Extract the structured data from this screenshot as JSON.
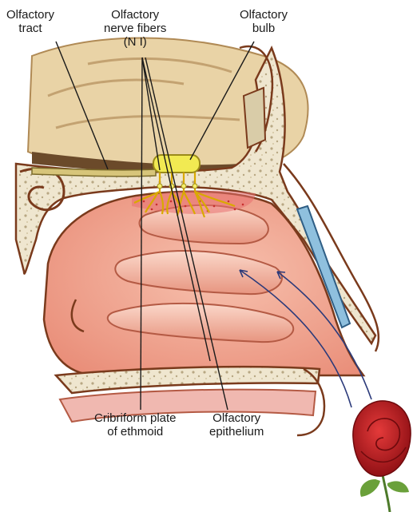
{
  "labels": {
    "olfactory_tract": [
      "Olfactory",
      "tract"
    ],
    "nerve_fibers": [
      "Olfactory",
      "nerve fibers",
      "(N I)"
    ],
    "olfactory_bulb": [
      "Olfactory",
      "bulb"
    ],
    "cribriform_plate": [
      "Cribriform plate",
      "of ethmoid"
    ],
    "olfactory_epithelium": [
      "Olfactory",
      "epithelium"
    ]
  },
  "colors": {
    "bone": "#efe6cf",
    "brain": "#e9d3a6",
    "cavity": "#f2a890",
    "turbinate": "#f6bfa9",
    "bulb": "#f1ea52",
    "outline": "#7a3a1c",
    "rose": "#c8102e"
  },
  "icons": {
    "rose": "rose-flower-icon"
  }
}
